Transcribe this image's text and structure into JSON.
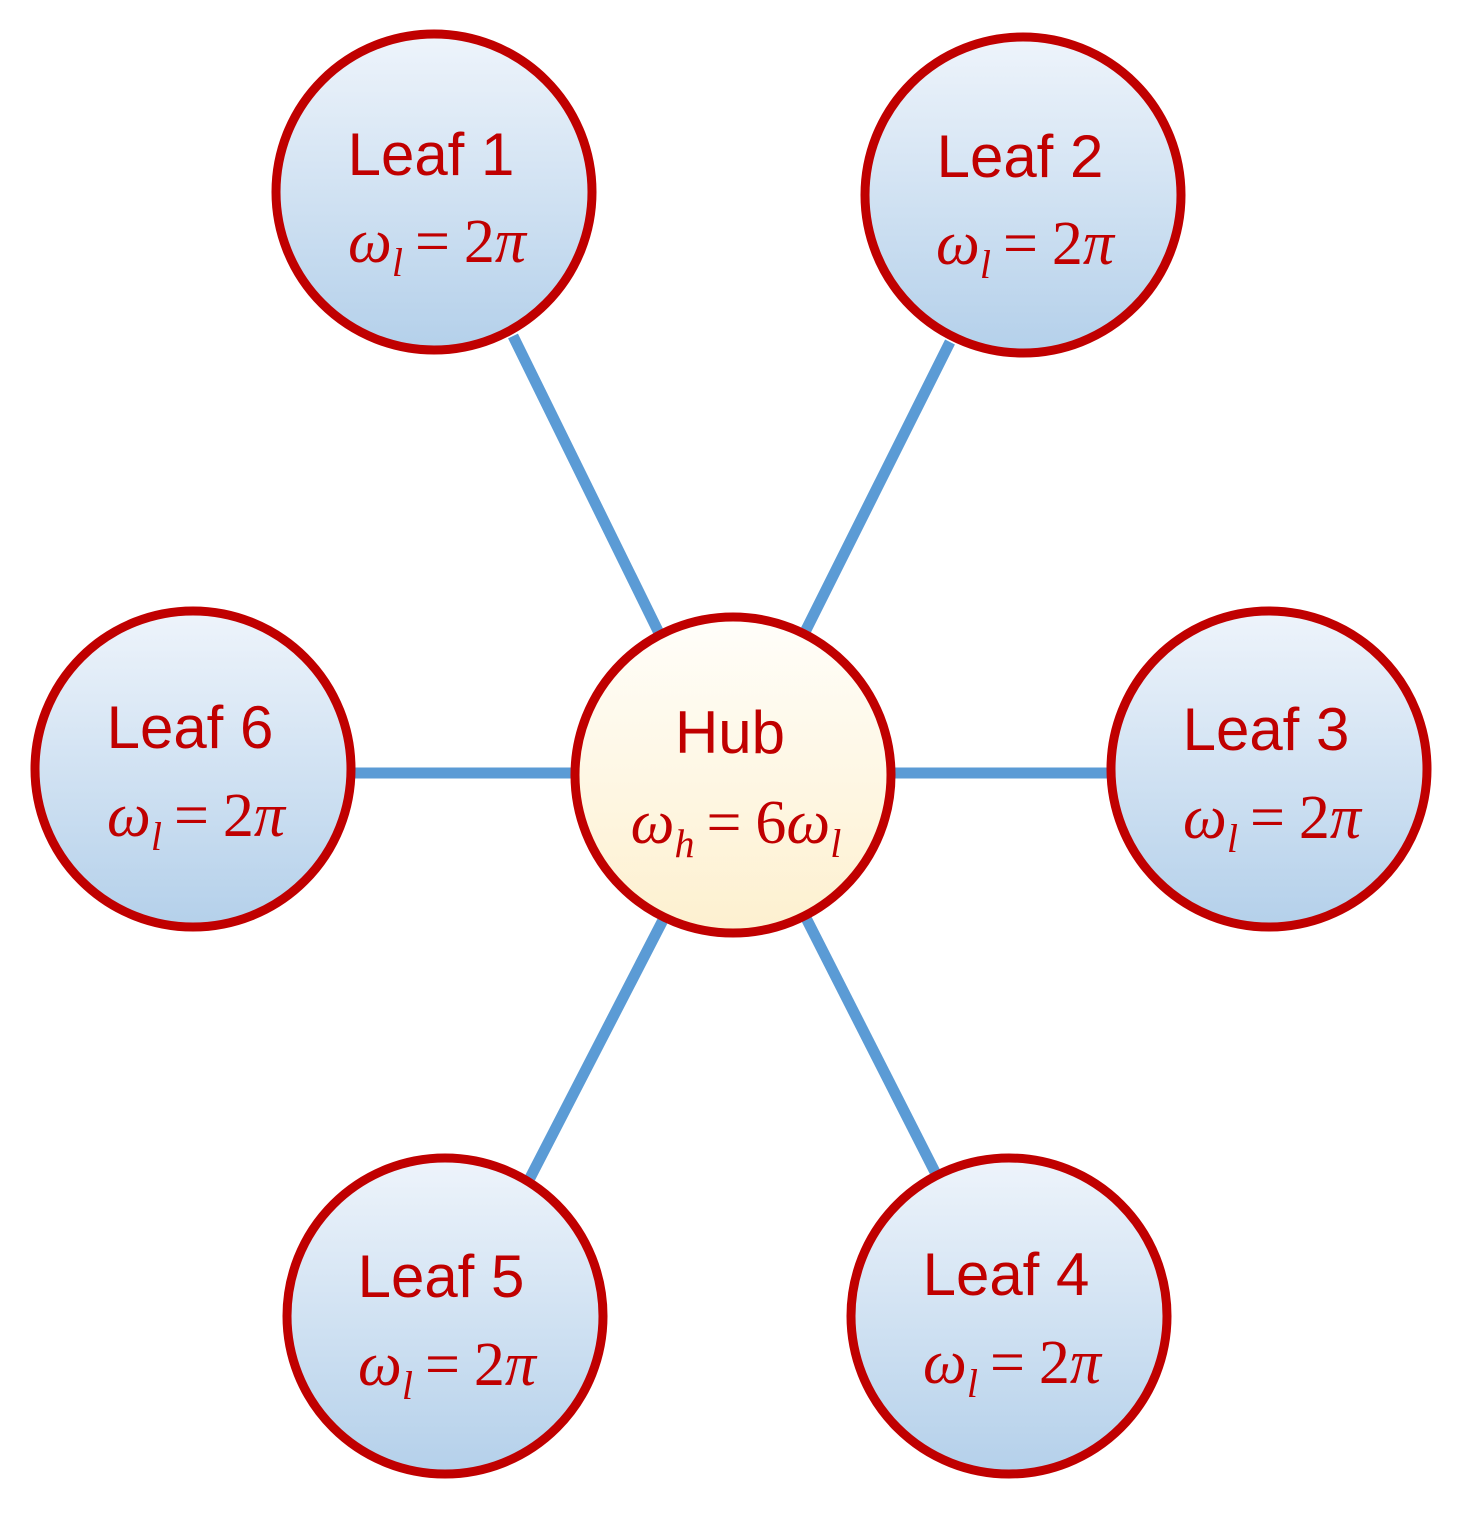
{
  "hub": {
    "title": "Hub",
    "symbol": "ω",
    "subscript": "h",
    "equals": "=",
    "factor": "6",
    "rhs_symbol": "ω",
    "rhs_subscript": "l"
  },
  "leaves": [
    {
      "title": "Leaf 1",
      "symbol": "ω",
      "subscript": "l",
      "equals": "=",
      "value": "2",
      "constant": "π"
    },
    {
      "title": "Leaf 2",
      "symbol": "ω",
      "subscript": "l",
      "equals": "=",
      "value": "2",
      "constant": "π"
    },
    {
      "title": "Leaf 3",
      "symbol": "ω",
      "subscript": "l",
      "equals": "=",
      "value": "2",
      "constant": "π"
    },
    {
      "title": "Leaf 4",
      "symbol": "ω",
      "subscript": "l",
      "equals": "=",
      "value": "2",
      "constant": "π"
    },
    {
      "title": "Leaf 5",
      "symbol": "ω",
      "subscript": "l",
      "equals": "=",
      "value": "2",
      "constant": "π"
    },
    {
      "title": "Leaf 6",
      "symbol": "ω",
      "subscript": "l",
      "equals": "=",
      "value": "2",
      "constant": "π"
    }
  ],
  "colors": {
    "node_border": "#c00000",
    "text": "#c00000",
    "edge": "#5b9bd5",
    "leaf_fill_top": "#eef4fb",
    "leaf_fill_bottom": "#b4d0ea",
    "hub_fill_top": "#fffefa",
    "hub_fill_bottom": "#fdf0cf"
  }
}
